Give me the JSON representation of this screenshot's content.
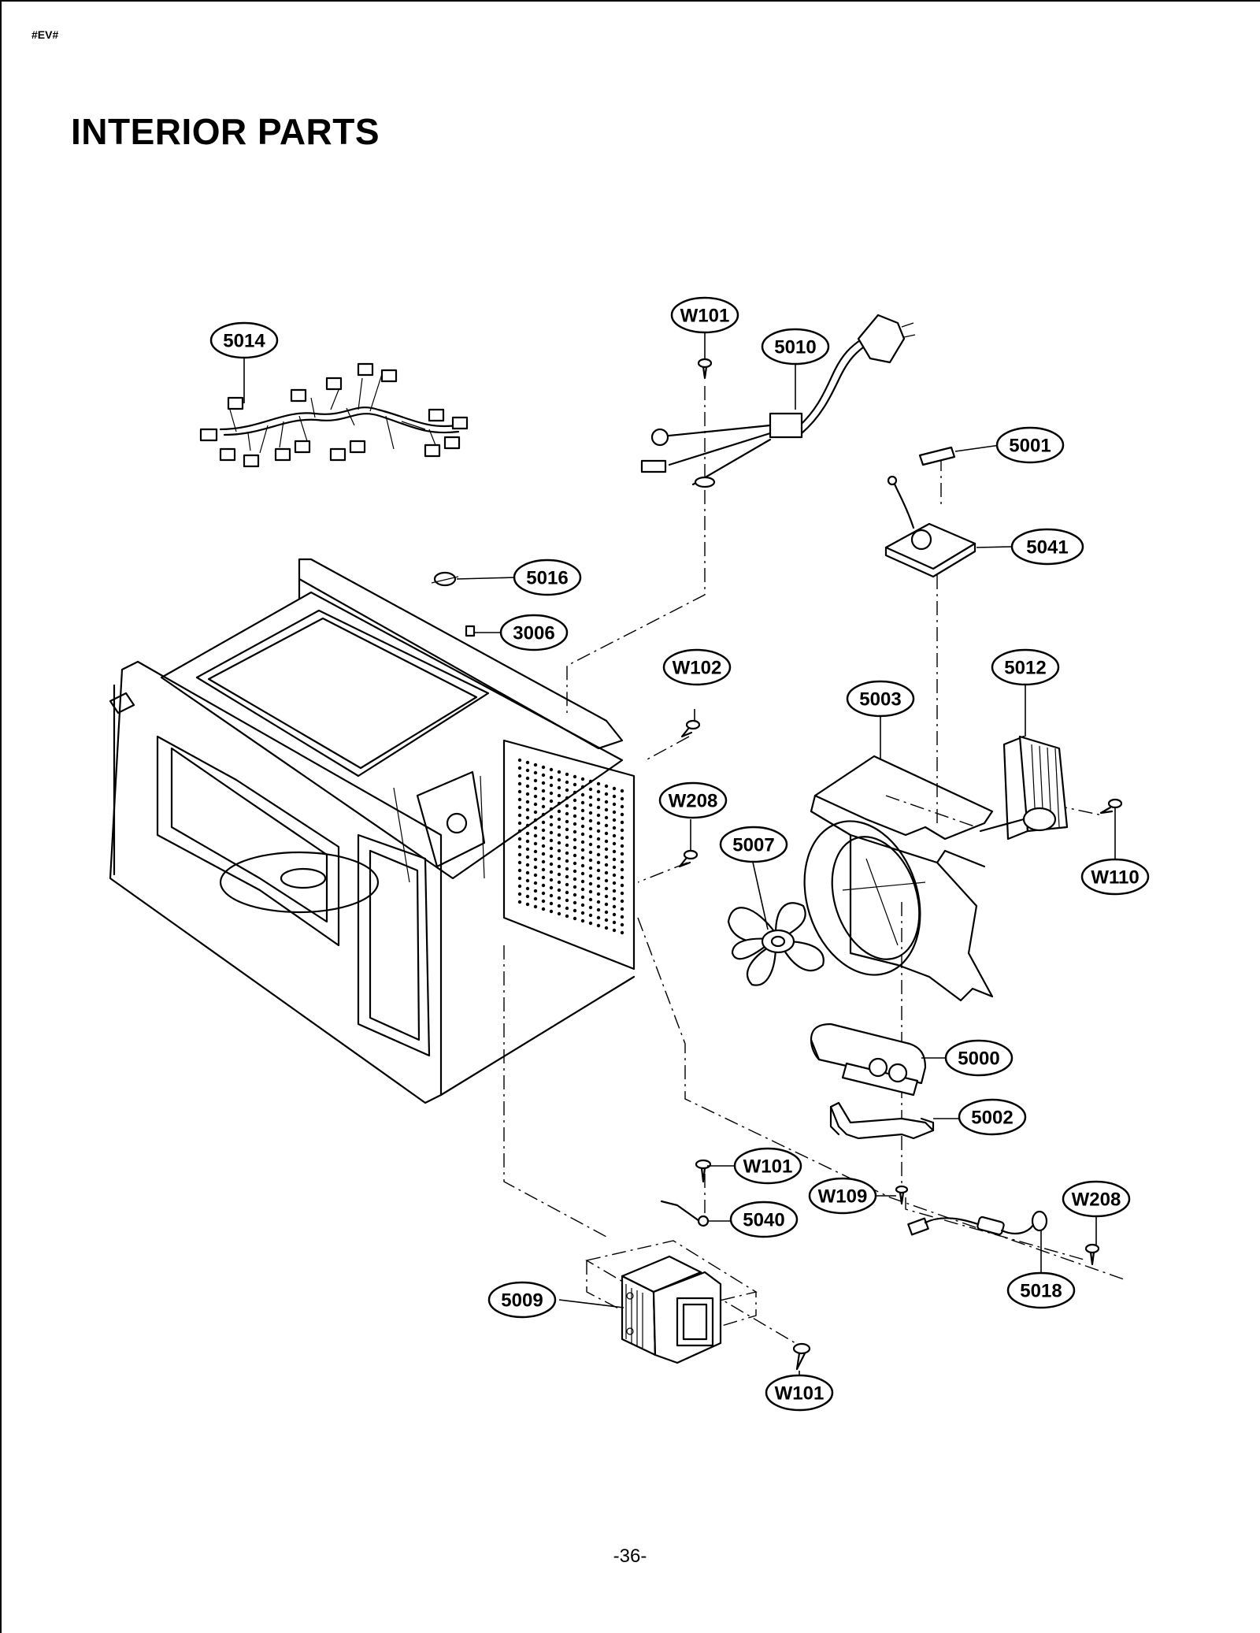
{
  "header": {
    "doc_code": "#EV#"
  },
  "title": "INTERIOR PARTS",
  "footer": {
    "page_number": "-36-"
  },
  "callouts": {
    "c5014": "5014",
    "cW101a": "W101",
    "c5010": "5010",
    "c5001": "5001",
    "c5041": "5041",
    "c5016": "5016",
    "c3006": "3006",
    "cW102": "W102",
    "c5012": "5012",
    "c5003": "5003",
    "cW208a": "W208",
    "c5007": "5007",
    "cW110": "W110",
    "c5000": "5000",
    "c5002": "5002",
    "cW101b": "W101",
    "cW109": "W109",
    "cW208b": "W208",
    "c5040": "5040",
    "c5018": "5018",
    "c5009": "5009",
    "cW101c": "W101"
  }
}
